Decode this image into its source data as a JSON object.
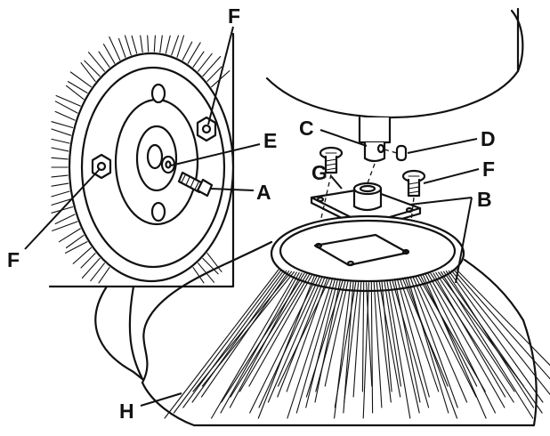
{
  "labels": {
    "a": "A",
    "b": "B",
    "c": "C",
    "d": "D",
    "e": "E",
    "f_top": "F",
    "f_right": "F",
    "f_left": "F",
    "g": "G",
    "h": "H"
  },
  "colors": {
    "ink": "#111111",
    "paper": "#ffffff"
  }
}
